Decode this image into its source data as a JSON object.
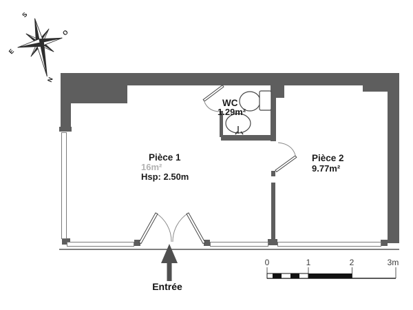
{
  "compass": {
    "labels": {
      "north": "N",
      "south": "S",
      "east": "E",
      "west": "O"
    }
  },
  "rooms": {
    "piece1": {
      "name": "Pièce 1",
      "area": "16m²",
      "ceiling_height": "Hsp: 2.50m"
    },
    "piece2": {
      "name": "Pièce 2",
      "area": "9.77m²"
    },
    "wc": {
      "name": "WC",
      "area": "1.29m²"
    }
  },
  "entrance": {
    "label": "Entrée"
  },
  "scale_bar": {
    "ticks": [
      "0",
      "1",
      "2",
      "3m"
    ]
  },
  "colors": {
    "wall": "#5e5e5e",
    "line": "#454545",
    "window_line": "#7a7a7a",
    "arrow": "#4f4f4f",
    "muted_text": "#b2b2b2"
  }
}
